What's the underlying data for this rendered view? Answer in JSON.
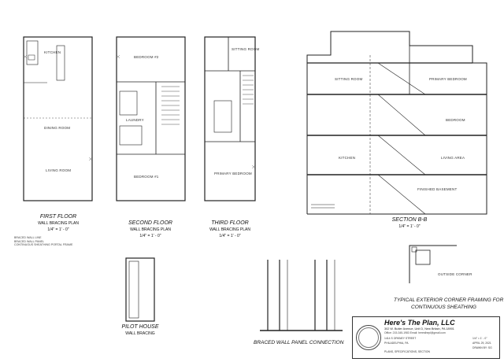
{
  "drawings": {
    "first_floor": {
      "title": "FIRST FLOOR",
      "subtitle": "WALL BRACING PLAN",
      "scale": "1/4\" = 1' - 0\"",
      "rooms": [
        "KITCHEN",
        "DINING ROOM",
        "LIVING ROOM"
      ]
    },
    "second_floor": {
      "title": "SECOND FLOOR",
      "subtitle": "WALL BRACING PLAN",
      "scale": "1/4\" = 1' - 0\"",
      "rooms": [
        "BEDROOM #2",
        "LAUNDRY",
        "BEDROOM #1"
      ]
    },
    "third_floor": {
      "title": "THIRD FLOOR",
      "subtitle": "WALL BRACING PLAN",
      "scale": "1/4\" = 1' - 0\"",
      "rooms": [
        "SITTING ROOM",
        "PRIMARY BEDROOM"
      ]
    },
    "section": {
      "title": "SECTION B-B",
      "scale": "1/4\" = 1' - 0\"",
      "rooms": [
        "SITTING ROOM",
        "PRIMARY BEDROOM",
        "KITCHEN",
        "LIVING AREA",
        "FINISHED BASEMENT",
        "BEDROOM"
      ]
    },
    "pilot_house": {
      "title": "PILOT HOUSE",
      "subtitle": "WALL BRACING"
    },
    "braced_panel": {
      "title": "BRACED WALL PANEL CONNECTION"
    },
    "corner_framing": {
      "title": "TYPICAL EXTERIOR CORNER FRAMING FOR",
      "subtitle": "CONTINUOUS SHEATHING",
      "label": "OUTSIDE CORNER"
    }
  },
  "legend": {
    "items": [
      "BRACED WALL LINE",
      "BRACED WALL PANEL",
      "CONTINUOUS SHEATHING PORTAL FRAME"
    ]
  },
  "title_block": {
    "firm": "Here's The Plan, LLC",
    "address": "302 W. Butler Avenue, Unit D, New Britain, PA 18901",
    "contact": "Office: 215-345-1983  Email: heresthepl@gmail.com",
    "project": "1414 S ORKNEY STREET",
    "city": "PHILADELPHIA, PA",
    "sheet_name": "PLANS, SPECIFICATIONS, SECTION",
    "scale": "1/4\" = 1' - 0\"",
    "date": "APRIL 29, 2021",
    "drawn": "DRAWN BY: SG"
  },
  "colors": {
    "line": "#222222",
    "hatch": "#555555",
    "paper": "#ffffff"
  }
}
